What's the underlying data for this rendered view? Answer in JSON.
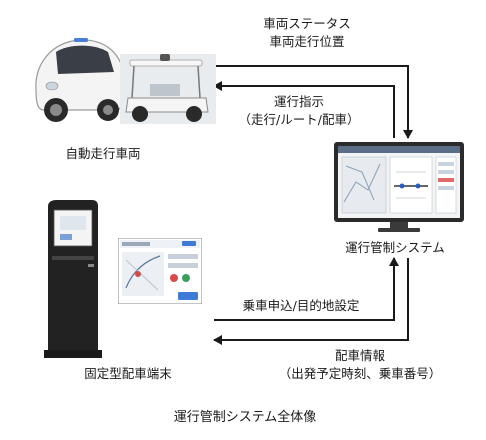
{
  "labels": {
    "vehicle_status_line1": "車両ステータス",
    "vehicle_status_line2": "車両走行位置",
    "operation_instr_line1": "運行指示",
    "operation_instr_line2": "（走行/ルート/配車）",
    "autonomous_vehicle": "自動走行車両",
    "operation_system": "運行管制システム",
    "boarding_request": "乗車申込/目的地設定",
    "dispatch_info_line1": "配車情報",
    "dispatch_info_line2": "（出発予定時刻、乗車番号）",
    "fixed_terminal": "固定型配車端末",
    "caption": "運行管制システム全体像"
  },
  "colors": {
    "arrow": "#1a1a1a",
    "monitor_frame": "#2b2b2b",
    "car_white": "#f3f3f3",
    "terminal_body": "#222222"
  }
}
